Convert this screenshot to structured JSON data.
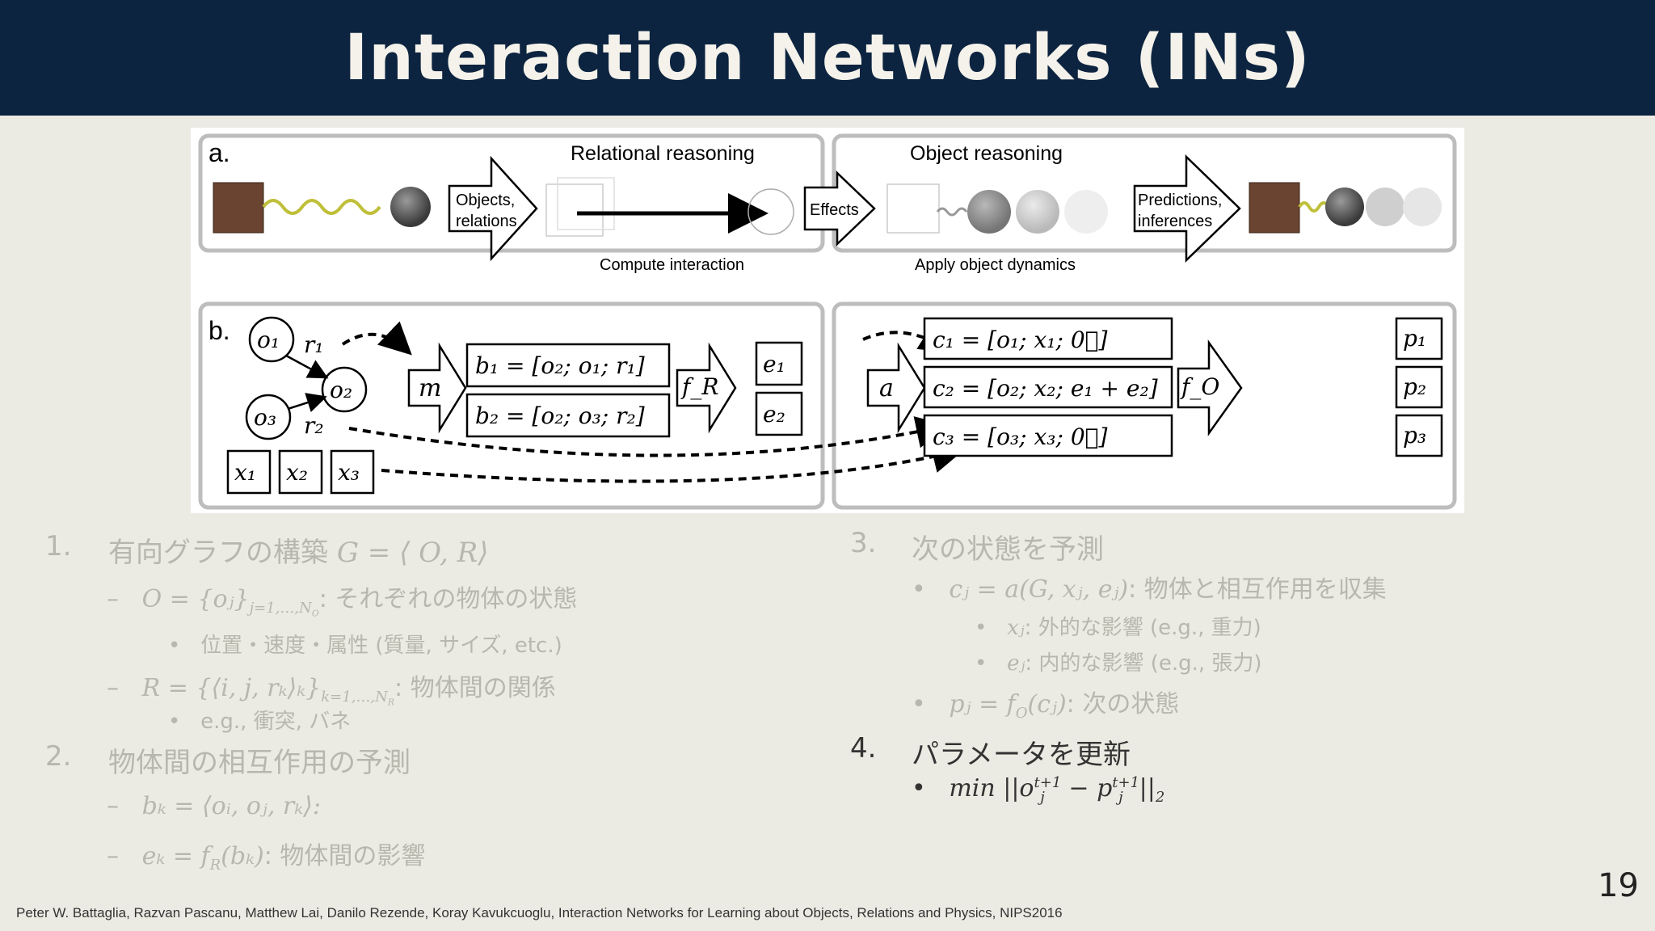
{
  "title": "Interaction Networks (INs)",
  "figure": {
    "panel_a": {
      "letter": "a.",
      "relational_title": "Relational reasoning",
      "object_title": "Object reasoning",
      "arrow1_line1": "Objects,",
      "arrow1_line2": "relations",
      "compute_label": "Compute interaction",
      "effects_label": "Effects",
      "apply_label": "Apply object dynamics",
      "arrow3_line1": "Predictions,",
      "arrow3_line2": "inferences"
    },
    "panel_b": {
      "letter": "b.",
      "o1": "o₁",
      "o2": "o₂",
      "o3": "o₃",
      "r1": "r₁",
      "r2": "r₂",
      "x1": "x₁",
      "x2": "x₂",
      "x3": "x₃",
      "m": "m",
      "b1": "b₁ = [o₂; o₁; r₁]",
      "b2": "b₂ = [o₂; o₃; r₂]",
      "fR": "f_R",
      "e1": "e₁",
      "e2": "e₂",
      "a": "a",
      "c1": "c₁ = [o₁; x₁; 0⃗]",
      "c2": "c₂ = [o₂; x₂; e₁ + e₂]",
      "c3": "c₃ = [o₃; x₃; 0⃗]",
      "fO": "f_O",
      "p1": "p₁",
      "p2": "p₂",
      "p3": "p₃"
    }
  },
  "left_list": {
    "n1": "1.",
    "s1": "有向グラフの構築",
    "s1_math": "G = ⟨ O, R⟩",
    "b1_math": "O = {oⱼ}",
    "b1_sub": "j=1,…,N",
    "b1_sub2": "O",
    "b1_text": ": それぞれの物体の状態",
    "b1a": "位置・速度・属性 (質量, サイズ, etc.)",
    "b2_math": "R = {⟨i, j, rₖ⟩ₖ}",
    "b2_sub": "k=1,…,N",
    "b2_sub2": "R",
    "b2_text": ": 物体間の関係",
    "b2a": "e.g., 衝突, バネ",
    "n2": "2.",
    "s2": "物体間の相互作用の予測",
    "b3_math": "bₖ = ⟨oᵢ, oⱼ, rₖ⟩:",
    "b4_math": "eₖ = f",
    "b4_sub": "R",
    "b4_rest": "(bₖ)",
    "b4_text": ": 物体間の影響"
  },
  "right_list": {
    "n3": "3.",
    "s3": "次の状態を予測",
    "c_math": "cⱼ = a(G, xⱼ, eⱼ)",
    "c_text": ": 物体と相互作用を収集",
    "x_math": "xⱼ",
    "x_text": ": 外的な影響 (e.g., 重力)",
    "e_math": "eⱼ",
    "e_text": ": 内的な影響 (e.g., 張力)",
    "p_math": "pⱼ = f",
    "p_sub": "O",
    "p_rest": "(cⱼ)",
    "p_text": ": 次の状態",
    "n4": "4.",
    "s4": "パラメータを更新",
    "min_prefix": "min ||o",
    "min_sup1": "t+1",
    "min_sub1": "j",
    "min_mid": " − p",
    "min_sup2": "t+1",
    "min_sub2": "j",
    "min_end": "||",
    "min_end_sub": "2"
  },
  "citation": "Peter W. Battaglia, Razvan Pascanu, Matthew Lai, Danilo Rezende, Koray Kavukcuoglu, Interaction Networks for Learning about Objects, Relations and Physics, NIPS2016",
  "page_number": "19"
}
